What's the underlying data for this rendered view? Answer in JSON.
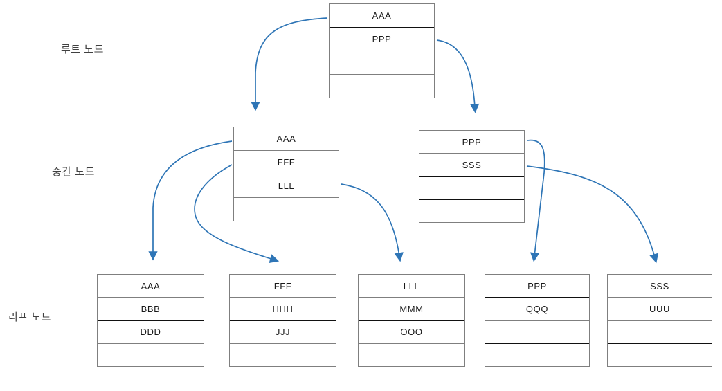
{
  "diagram": {
    "title": "B-Tree structure diagram",
    "accent_color": "#2e75b6",
    "border_color": "#7f7f7f",
    "border_color_dark": "#111111",
    "background": "#ffffff"
  },
  "levels": [
    {
      "label": "루트 노드"
    },
    {
      "label": "중간 노드"
    },
    {
      "label": "리프 노드"
    }
  ],
  "nodes": {
    "root": {
      "name": "root-node",
      "cells": [
        {
          "value": "AAA",
          "empty": false
        },
        {
          "value": "PPP",
          "empty": false
        },
        {
          "value": "",
          "empty": true
        },
        {
          "value": "",
          "empty": true
        }
      ]
    },
    "internal_left": {
      "name": "internal-node-left",
      "cells": [
        {
          "value": "AAA",
          "empty": false
        },
        {
          "value": "FFF",
          "empty": false
        },
        {
          "value": "LLL",
          "empty": false
        },
        {
          "value": "",
          "empty": true
        }
      ]
    },
    "internal_right": {
      "name": "internal-node-right",
      "cells": [
        {
          "value": "PPP",
          "empty": false
        },
        {
          "value": "SSS",
          "empty": false
        },
        {
          "value": "",
          "empty": true
        },
        {
          "value": "",
          "empty": true
        }
      ]
    },
    "leaf_1": {
      "name": "leaf-node-1",
      "cells": [
        {
          "value": "AAA",
          "empty": false
        },
        {
          "value": "BBB",
          "empty": false
        },
        {
          "value": "DDD",
          "empty": false
        },
        {
          "value": "",
          "empty": true
        }
      ]
    },
    "leaf_2": {
      "name": "leaf-node-2",
      "cells": [
        {
          "value": "FFF",
          "empty": false
        },
        {
          "value": "HHH",
          "empty": false
        },
        {
          "value": "JJJ",
          "empty": false
        },
        {
          "value": "",
          "empty": true
        }
      ]
    },
    "leaf_3": {
      "name": "leaf-node-3",
      "cells": [
        {
          "value": "LLL",
          "empty": false
        },
        {
          "value": "MMM",
          "empty": false
        },
        {
          "value": "OOO",
          "empty": false
        },
        {
          "value": "",
          "empty": true
        }
      ]
    },
    "leaf_4": {
      "name": "leaf-node-4",
      "cells": [
        {
          "value": "PPP",
          "empty": false
        },
        {
          "value": "QQQ",
          "empty": false
        },
        {
          "value": "",
          "empty": true
        },
        {
          "value": "",
          "empty": true
        }
      ]
    },
    "leaf_5": {
      "name": "leaf-node-5",
      "cells": [
        {
          "value": "SSS",
          "empty": false
        },
        {
          "value": "UUU",
          "empty": false
        },
        {
          "value": "",
          "empty": true
        },
        {
          "value": "",
          "empty": true
        }
      ]
    }
  },
  "edges": [
    {
      "name": "edge-root-to-internal-left",
      "from": "root",
      "to": "internal_left"
    },
    {
      "name": "edge-root-to-internal-right",
      "from": "root",
      "to": "internal_right"
    },
    {
      "name": "edge-internal-left-to-leaf-1",
      "from": "internal_left",
      "to": "leaf_1"
    },
    {
      "name": "edge-internal-left-to-leaf-2",
      "from": "internal_left",
      "to": "leaf_2"
    },
    {
      "name": "edge-internal-left-to-leaf-3",
      "from": "internal_left",
      "to": "leaf_3"
    },
    {
      "name": "edge-internal-right-to-leaf-4",
      "from": "internal_right",
      "to": "leaf_4"
    },
    {
      "name": "edge-internal-right-to-leaf-5",
      "from": "internal_right",
      "to": "leaf_5"
    }
  ]
}
